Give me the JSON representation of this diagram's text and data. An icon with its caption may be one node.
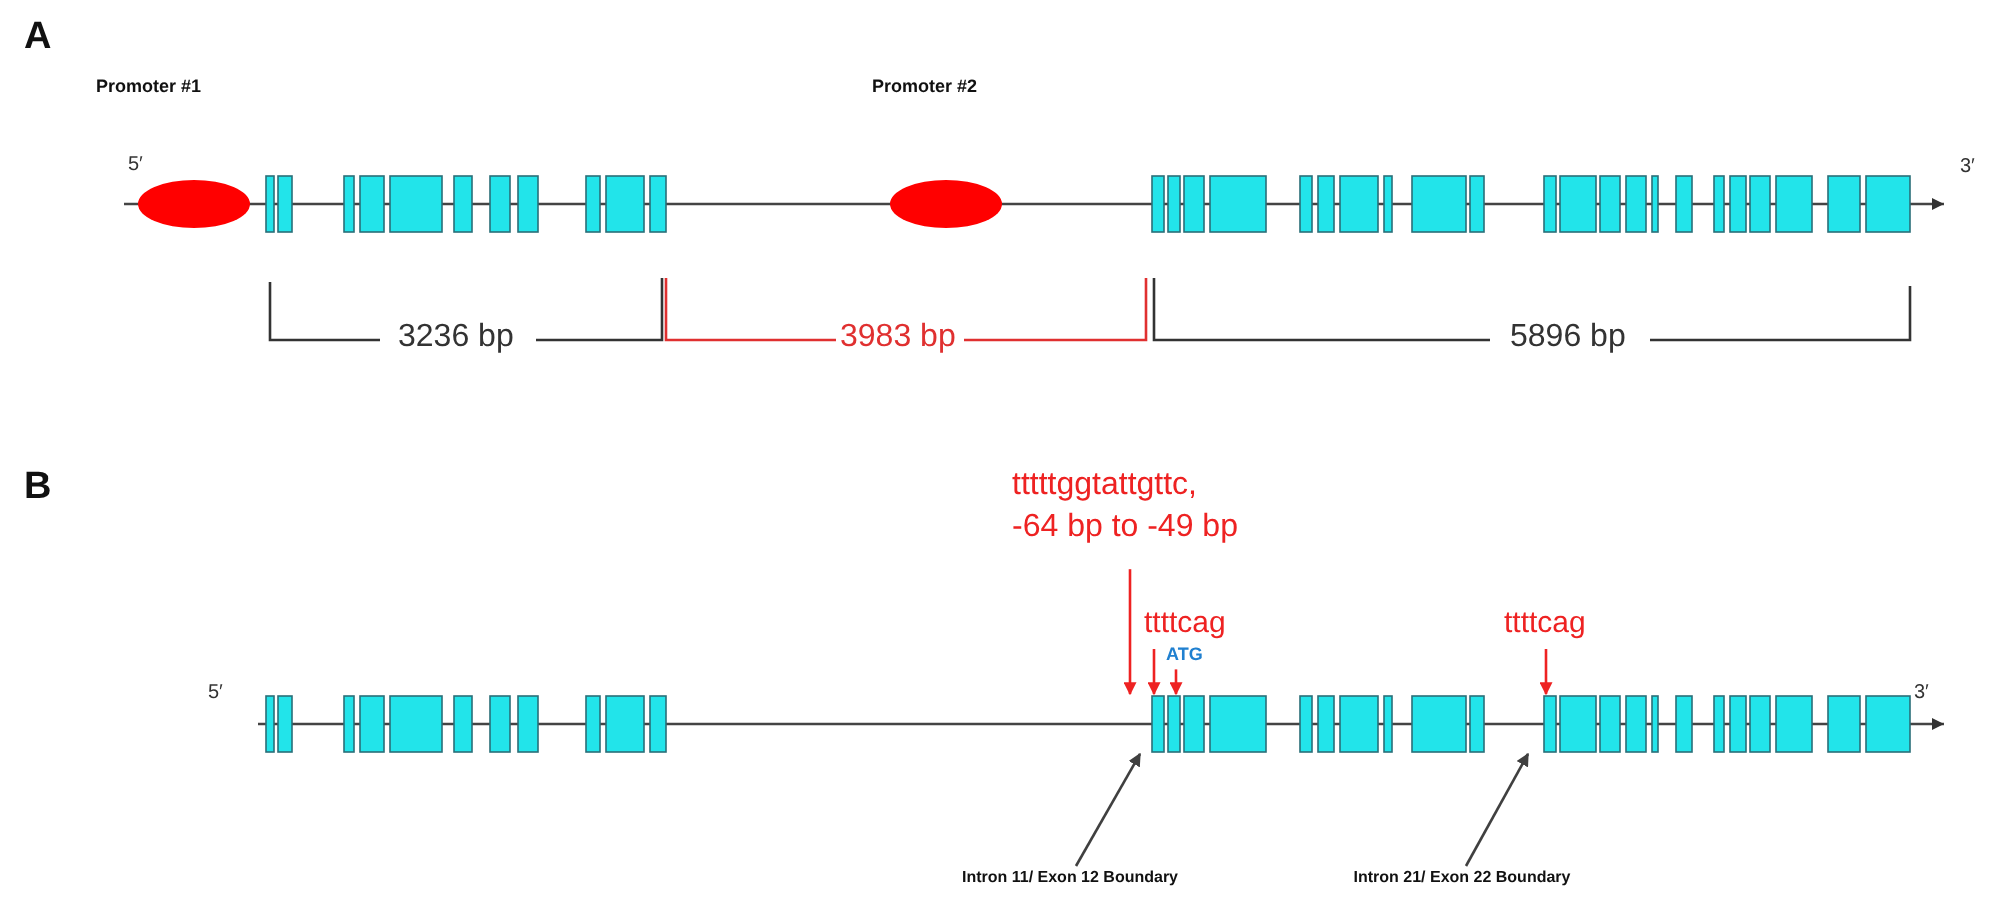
{
  "diagram": {
    "nodes": [
      {
        "text": [
          "Promoter #1"
        ]
      },
      {
        "text": [
          "Promoter #2"
        ]
      },
      {
        "text": [
          "tttttggtattgttc, -64 bp to -49 bp"
        ]
      },
      {
        "text": [
          "ttttcag"
        ]
      },
      {
        "text": [
          "ATG"
        ]
      },
      {
        "text": [
          "ttttcag"
        ]
      },
      {
        "text": [
          "Intron 11/ Exon 12 Boundary"
        ]
      },
      {
        "text": [
          "Intron 21/ Exon 22 Boundary"
        ]
      },
      {
        "text": [],
        "shape": "drawing"
      }
    ],
    "edges": [
      {
        "from": 2,
        "to": 8,
        "arrow": "to"
      },
      {
        "from": 3,
        "to": 8,
        "arrow": "to"
      },
      {
        "from": 4,
        "to": 8,
        "arrow": "to"
      },
      {
        "from": 5,
        "to": 8,
        "arrow": "to"
      },
      {
        "from": 6,
        "to": 8,
        "arrow": "to",
        "color": "#404040"
      },
      {
        "from": 7,
        "to": 8,
        "arrow": "to",
        "color": "#404040"
      }
    ],
    "labels": [
      "A",
      "5′",
      "3′",
      "3236 bp",
      "3983 bp",
      "5896 bp",
      "B",
      "5′",
      "3′"
    ]
  }
}
